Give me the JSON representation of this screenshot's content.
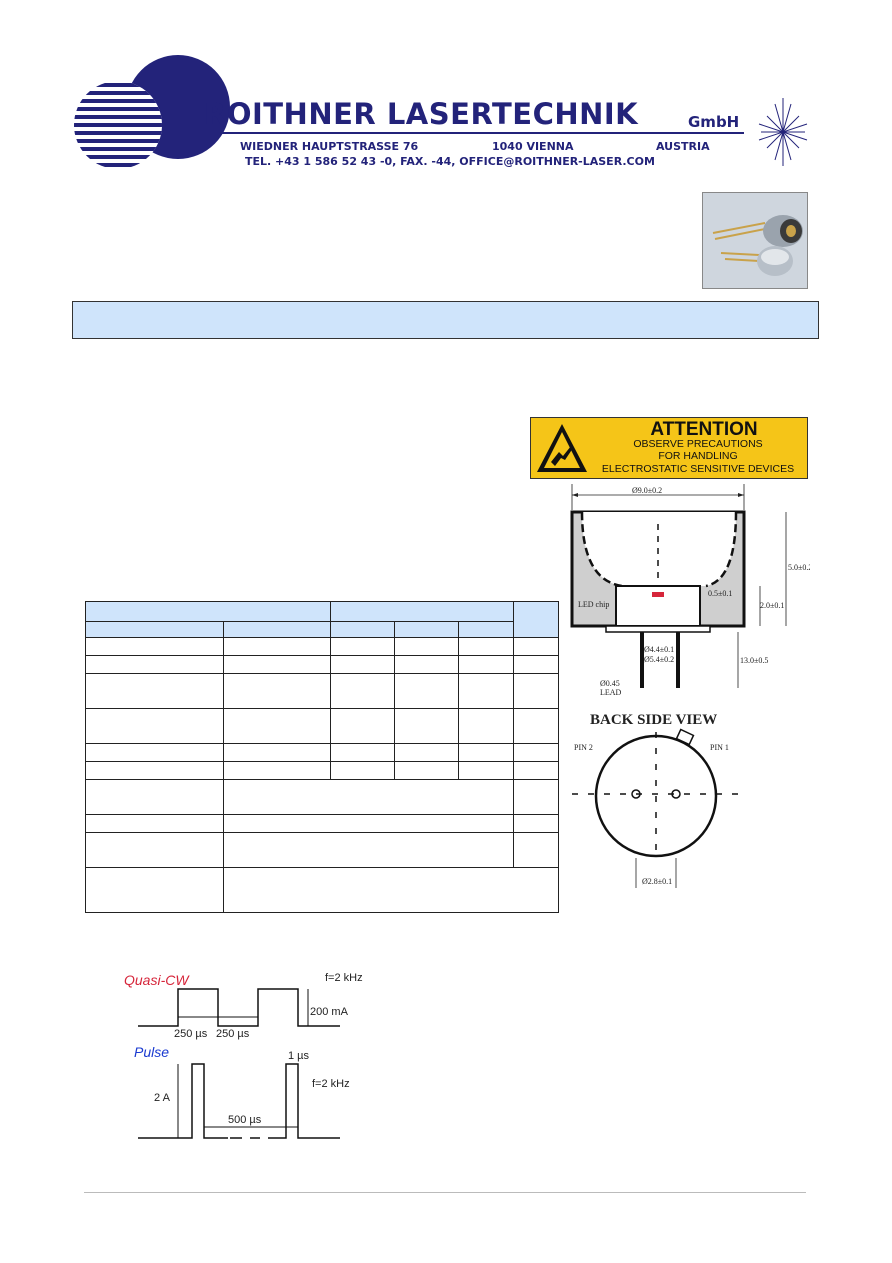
{
  "header": {
    "company": "ROITHNER LASERTECHNIK",
    "gmbh": "GmbH",
    "street": "WIEDNER HAUPTSTRASSE 76",
    "city": "1040 VIENNA",
    "country": "AUSTRIA",
    "contact": "TEL. +43 1 586 52 43 -0, FAX. -44, OFFICE@ROITHNER-LASER.COM",
    "colors": {
      "brand": "#23237a",
      "banner": "#cfe4fb",
      "warning": "#f5c518"
    }
  },
  "attention": {
    "title": "ATTENTION",
    "line1": "OBSERVE PRECAUTIONS",
    "line2": "FOR HANDLING",
    "line3": "ELECTROSTATIC SENSITIVE DEVICES",
    "icon": "esd-warning-icon"
  },
  "drawing": {
    "diameter": "Ø9.0±0.2",
    "height": "5.0±0.2",
    "led_chip": "LED chip",
    "offset": "0.5±0.1",
    "base": "2.0±0.1",
    "inner_dia": "Ø4.4±0.1",
    "outer_dia": "Ø5.4±0.2",
    "lead_len": "13.0±0.5",
    "lead_dia": "Ø0.45",
    "lead": "LEAD",
    "back_view": "BACK SIDE VIEW",
    "pin2": "PIN 2",
    "pin1": "PIN 1",
    "pin_spacing": "Ø2.8±0.1"
  },
  "waveforms": {
    "qcw_label": "Quasi-CW",
    "qcw_freq": "f=2 kHz",
    "qcw_amp": "200 mA",
    "qcw_t1": "250 µs",
    "qcw_t2": "250 µs",
    "pulse_label": "Pulse",
    "pulse_width": "1 µs",
    "pulse_freq": "f=2 kHz",
    "pulse_amp": "2 A",
    "pulse_period": "500 µs"
  }
}
